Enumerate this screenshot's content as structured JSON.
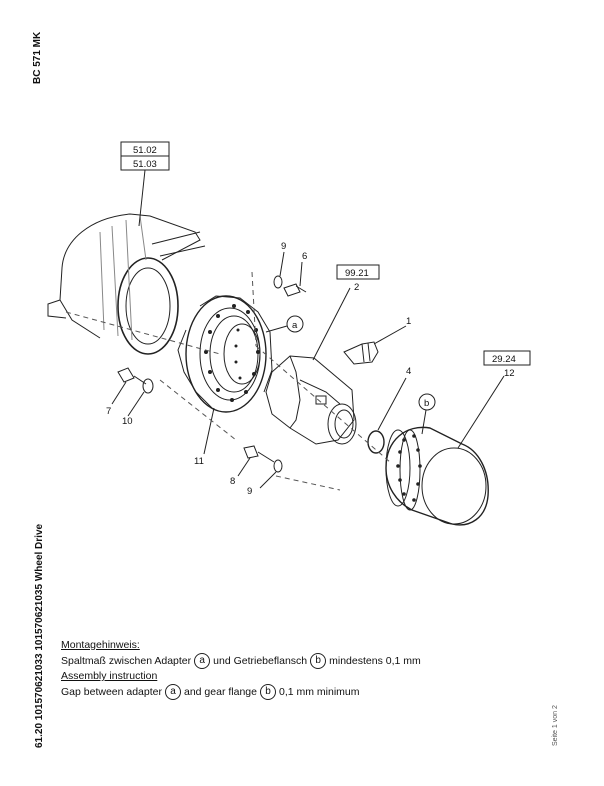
{
  "header": {
    "model": "BC 571 MK"
  },
  "footer": {
    "doc_ref": "61.20 101570621033 101570621035 Wheel Drive",
    "page": "Seite 1 von 2"
  },
  "callouts": {
    "box_51_02": "51.02",
    "box_51_03": "51.03",
    "box_99_21": "99.21",
    "num_2": "2",
    "box_29_24": "29.24",
    "num_12": "12",
    "n1": "1",
    "n4": "4",
    "n6": "6",
    "n7": "7",
    "n8": "8",
    "n9a": "9",
    "n9b": "9",
    "n10": "10",
    "n11": "11",
    "a": "a",
    "b": "b"
  },
  "notes": {
    "de_title": "Montagehinweis:",
    "de_1": "Spaltmaß zwischen Adapter",
    "de_2": "und Getriebeflansch",
    "de_3": "mindestens 0,1 mm",
    "en_title": "Assembly instruction",
    "en_1": "Gap between adapter",
    "en_2": "and gear flange",
    "en_3": "0,1 mm minimum",
    "a": "a",
    "b": "b"
  }
}
